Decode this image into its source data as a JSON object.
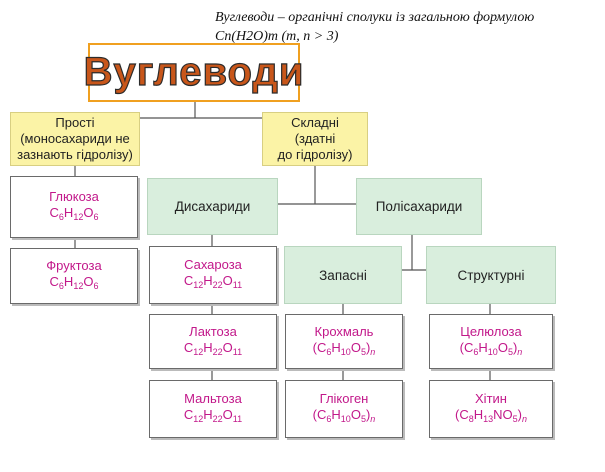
{
  "caption": {
    "line1": "Вуглеводи – органічні сполуки із загальною формулою",
    "line2": "Cn(H2O)m (m, n > 3)"
  },
  "title": "Вуглеводи",
  "simple": {
    "line1": "Прості",
    "line2": "(моносахариди не",
    "line3": "зазнають гідролізу)"
  },
  "complex": {
    "line1": "Складні",
    "line2": "(здатні",
    "line3": "до гідролізу)"
  },
  "categories": {
    "disaccharides": "Дисахариди",
    "polysaccharides": "Полісахариди",
    "storage": "Запасні",
    "structural": "Структурні"
  },
  "compounds": {
    "glucose": {
      "name": "Глюкоза",
      "formula": [
        [
          "C",
          ""
        ],
        [
          "6",
          "sub"
        ],
        [
          "H",
          ""
        ],
        [
          "12",
          "sub"
        ],
        [
          "O",
          ""
        ],
        [
          "6",
          "sub"
        ]
      ]
    },
    "fructose": {
      "name": "Фруктоза",
      "formula": [
        [
          "C",
          ""
        ],
        [
          "6",
          "sub"
        ],
        [
          "H",
          ""
        ],
        [
          "12",
          "sub"
        ],
        [
          "O",
          ""
        ],
        [
          "6",
          "sub"
        ]
      ]
    },
    "sucrose": {
      "name": "Сахароза",
      "formula": [
        [
          "C",
          ""
        ],
        [
          "12",
          "sub"
        ],
        [
          "H",
          ""
        ],
        [
          "22",
          "sub"
        ],
        [
          "O",
          ""
        ],
        [
          "11",
          "sub"
        ]
      ]
    },
    "lactose": {
      "name": "Лактоза",
      "formula": [
        [
          "C",
          ""
        ],
        [
          "12",
          "sub"
        ],
        [
          "H",
          ""
        ],
        [
          "22",
          "sub"
        ],
        [
          "O",
          ""
        ],
        [
          "11",
          "sub"
        ]
      ]
    },
    "maltose": {
      "name": "Мальтоза",
      "formula": [
        [
          "C",
          ""
        ],
        [
          "12",
          "sub"
        ],
        [
          "H",
          ""
        ],
        [
          "22",
          "sub"
        ],
        [
          "O",
          ""
        ],
        [
          "11",
          "sub"
        ]
      ]
    },
    "starch": {
      "name": "Крохмаль",
      "formula": [
        [
          "(C",
          ""
        ],
        [
          "6",
          "sub"
        ],
        [
          "H",
          ""
        ],
        [
          "10",
          "sub"
        ],
        [
          "O",
          ""
        ],
        [
          "5",
          "sub"
        ],
        [
          ")",
          ""
        ],
        [
          "n",
          "sub"
        ]
      ]
    },
    "glycogen": {
      "name": "Глікоген",
      "formula": [
        [
          "(C",
          ""
        ],
        [
          "6",
          "sub"
        ],
        [
          "H",
          ""
        ],
        [
          "10",
          "sub"
        ],
        [
          "O",
          ""
        ],
        [
          "5",
          "sub"
        ],
        [
          ")",
          ""
        ],
        [
          "n",
          "sub"
        ]
      ]
    },
    "cellulose": {
      "name": "Целюлоза",
      "formula": [
        [
          "(C",
          ""
        ],
        [
          "6",
          "sub"
        ],
        [
          "H",
          ""
        ],
        [
          "10",
          "sub"
        ],
        [
          "O",
          ""
        ],
        [
          "5",
          "sub"
        ],
        [
          ")",
          ""
        ],
        [
          "n",
          "sub"
        ]
      ]
    },
    "chitin": {
      "name": "Хітин",
      "formula": [
        [
          "(C",
          ""
        ],
        [
          "8",
          "sub"
        ],
        [
          "H",
          ""
        ],
        [
          "13",
          "sub"
        ],
        [
          "NO",
          ""
        ],
        [
          "5",
          "sub"
        ],
        [
          ")",
          ""
        ],
        [
          "n",
          "sub"
        ]
      ]
    }
  }
}
